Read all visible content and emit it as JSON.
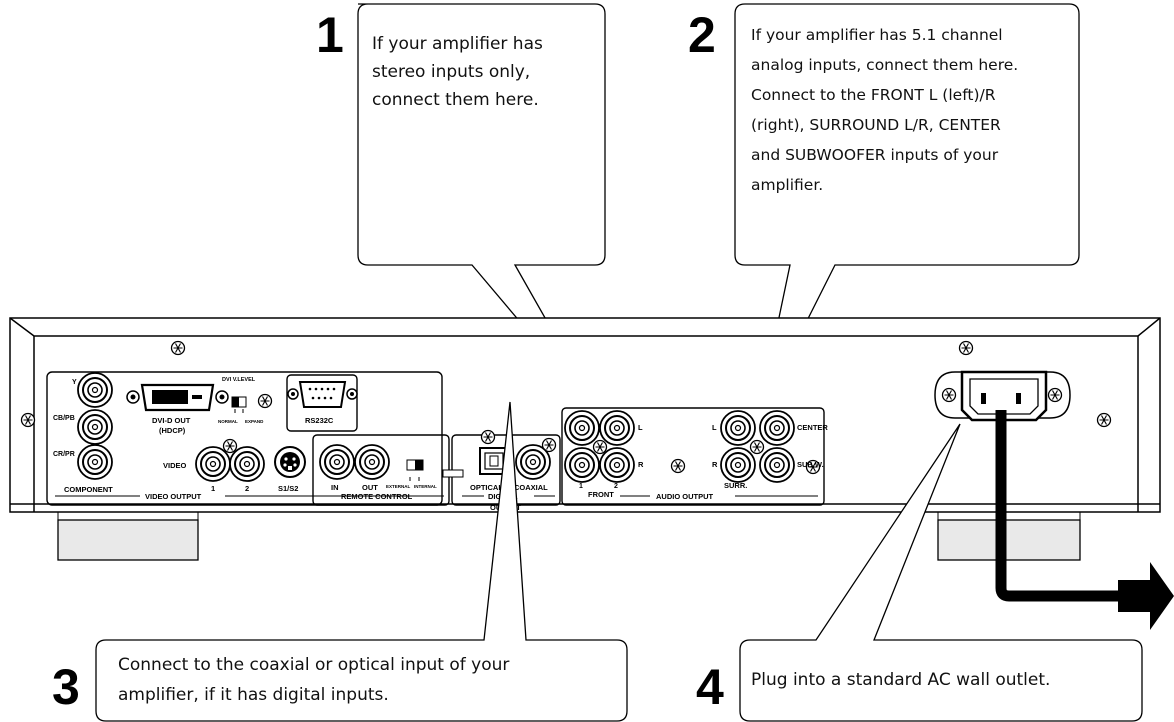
{
  "callouts": [
    {
      "number": "1",
      "lines": [
        "If your amplifier has",
        "stereo inputs only,",
        "connect them here."
      ]
    },
    {
      "number": "2",
      "lines": [
        "If your amplifier has 5.1 channel",
        "analog inputs, connect them here.",
        "Connect to the FRONT L (left)/R",
        "(right), SURROUND L/R, CENTER",
        "and SUBWOOFER inputs of your",
        "amplifier."
      ]
    },
    {
      "number": "3",
      "lines": [
        "Connect to the coaxial or optical input of your",
        "amplifier, if it has digital inputs."
      ]
    },
    {
      "number": "4",
      "lines": [
        "Plug into a standard AC wall outlet."
      ]
    }
  ],
  "panel": {
    "component_y": "Y",
    "component_cb": "CB/PB",
    "component_cr": "CR/PR",
    "component": "COMPONENT",
    "dvi_out": "DVI-D OUT",
    "hdcp": "(HDCP)",
    "dvi_level": "DVI V.LEVEL",
    "normal": "NORMAL",
    "expand": "EXPAND",
    "rs232c": "RS232C",
    "video": "VIDEO",
    "video_1": "1",
    "video_2": "2",
    "s1s2": "S1/S2",
    "video_output": "VIDEO OUTPUT",
    "in": "IN",
    "out": "OUT",
    "external": "EXTERNAL",
    "internal": "INTERNAL",
    "remote_control": "REMOTE CONTROL",
    "optical": "OPTICAL",
    "coaxial": "COAXIAL",
    "digital": "DIGITAL",
    "output": "OUTPUT",
    "l": "L",
    "r": "R",
    "front_1": "1",
    "front_2": "2",
    "front": "FRONT",
    "center_l": "L",
    "center": "CENTER",
    "surr_r": "R",
    "sub_w": "SUB W.",
    "surr": "SURR.",
    "audio_output": "AUDIO OUTPUT"
  },
  "colors": {
    "line": "#000000",
    "panel_fill": "#ffffff",
    "foot_fill": "#e9e9e9"
  }
}
